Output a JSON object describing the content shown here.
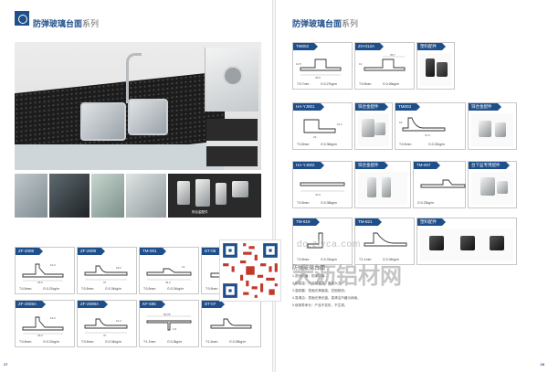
{
  "left_page": {
    "title": "防弹玻璃台面",
    "series": "系列",
    "header_small": "",
    "photo_caption": "锌合金配件",
    "profiles": [
      {
        "code": "ZF-2008",
        "thickness": "T:0.8mm",
        "weight": "G:0.21kg/m",
        "dims": [
          "10.2",
          "40.2"
        ]
      },
      {
        "code": "ZF-2009",
        "thickness": "T:0.8mm",
        "weight": "G:0.34kg/m",
        "dims": [
          "18.2",
          "37"
        ]
      },
      {
        "code": "TM-001",
        "thickness": "T:0.8mm",
        "weight": "G:0.24kg/m",
        "dims": [
          "46.2",
          "12"
        ]
      },
      {
        "code": "DT-06",
        "thickness": "T:0.8mm",
        "weight": "G:0.28kg/m",
        "dims": [
          "19",
          "12.7"
        ]
      },
      {
        "code": "ZF-2008A",
        "thickness": "T:0.8mm",
        "weight": "G:0.21kg/m",
        "dims": [
          "10.2",
          "40.2"
        ]
      },
      {
        "code": "ZF-2009A",
        "thickness": "T:0.8mm",
        "weight": "G:0.34kg/m",
        "dims": [
          "10.2",
          "37"
        ]
      },
      {
        "code": "KF-595",
        "thickness": "T:1.2mm",
        "weight": "G:0.3kg/m",
        "dims": [
          "59.95",
          "1.8"
        ]
      },
      {
        "code": "DT-07",
        "thickness": "T:1.6mm",
        "weight": "G:0.28kg/m",
        "dims": [
          "",
          ""
        ]
      }
    ],
    "page_number": "27",
    "footer_text": ""
  },
  "right_page": {
    "title": "防弹玻璃台面",
    "series": "系列",
    "header_small": "",
    "profiles": [
      {
        "code": "TM002",
        "thickness": "T:0.7mm",
        "weight": "G:0.27kg/m",
        "dims": [
          "46.5",
          "12.5"
        ]
      },
      {
        "code": "ZH-012A",
        "thickness": "T:0.8mm",
        "weight": "G:0.26kg/m",
        "dims": [
          "35.7",
          "13"
        ]
      },
      {
        "code": "HA-YJ001",
        "thickness": "T:0.8mm",
        "weight": "G:0.36kg/m",
        "dims": [
          "23",
          "10.1"
        ]
      },
      {
        "code": "TM003",
        "thickness": "T:0.8mm",
        "weight": "G:0.32kg/m",
        "dims": [
          "27.6",
          "18"
        ]
      },
      {
        "code": "HA-YJ002",
        "thickness": "T:0.8mm",
        "weight": "G:0.38kg/m",
        "dims": [
          "41.6",
          ""
        ]
      },
      {
        "code": "TM-007",
        "thickness": "",
        "weight": "G:0.23kg/m",
        "dims": [
          "",
          ""
        ]
      },
      {
        "code": "TM-819",
        "thickness": "T:0.8mm",
        "weight": "G:0.31kg/m",
        "dims": [
          "",
          ""
        ]
      },
      {
        "code": "TM-821",
        "thickness": "T:1.1mm",
        "weight": "G:0.34kg/m",
        "dims": [
          "",
          ""
        ]
      }
    ],
    "fittings": [
      {
        "label": "塑料配件"
      },
      {
        "label": "锌合金配件"
      },
      {
        "label": "锌合金配件"
      },
      {
        "label": "锌合金配件"
      },
      {
        "label": "台下盆专用配件"
      },
      {
        "label": "塑料配件"
      }
    ],
    "intro_title": "防弹玻璃台面",
    "intro_lines": [
      "1.质优价廉：防弹玻璃…",
      "2.耐高温：产品耐高温，美观大方。",
      "3.高耐磨：表面光滑度高，坚固耐用。",
      "4.易清洁：表面光滑无缝，易清洁不藏污纳垢。",
      "5.使用寿命长：产品不变形、不生锈。"
    ],
    "watermark_url": "dq.zlvca.com",
    "watermark": "大沥铝材网",
    "page_number": "28",
    "footer_text": ""
  }
}
